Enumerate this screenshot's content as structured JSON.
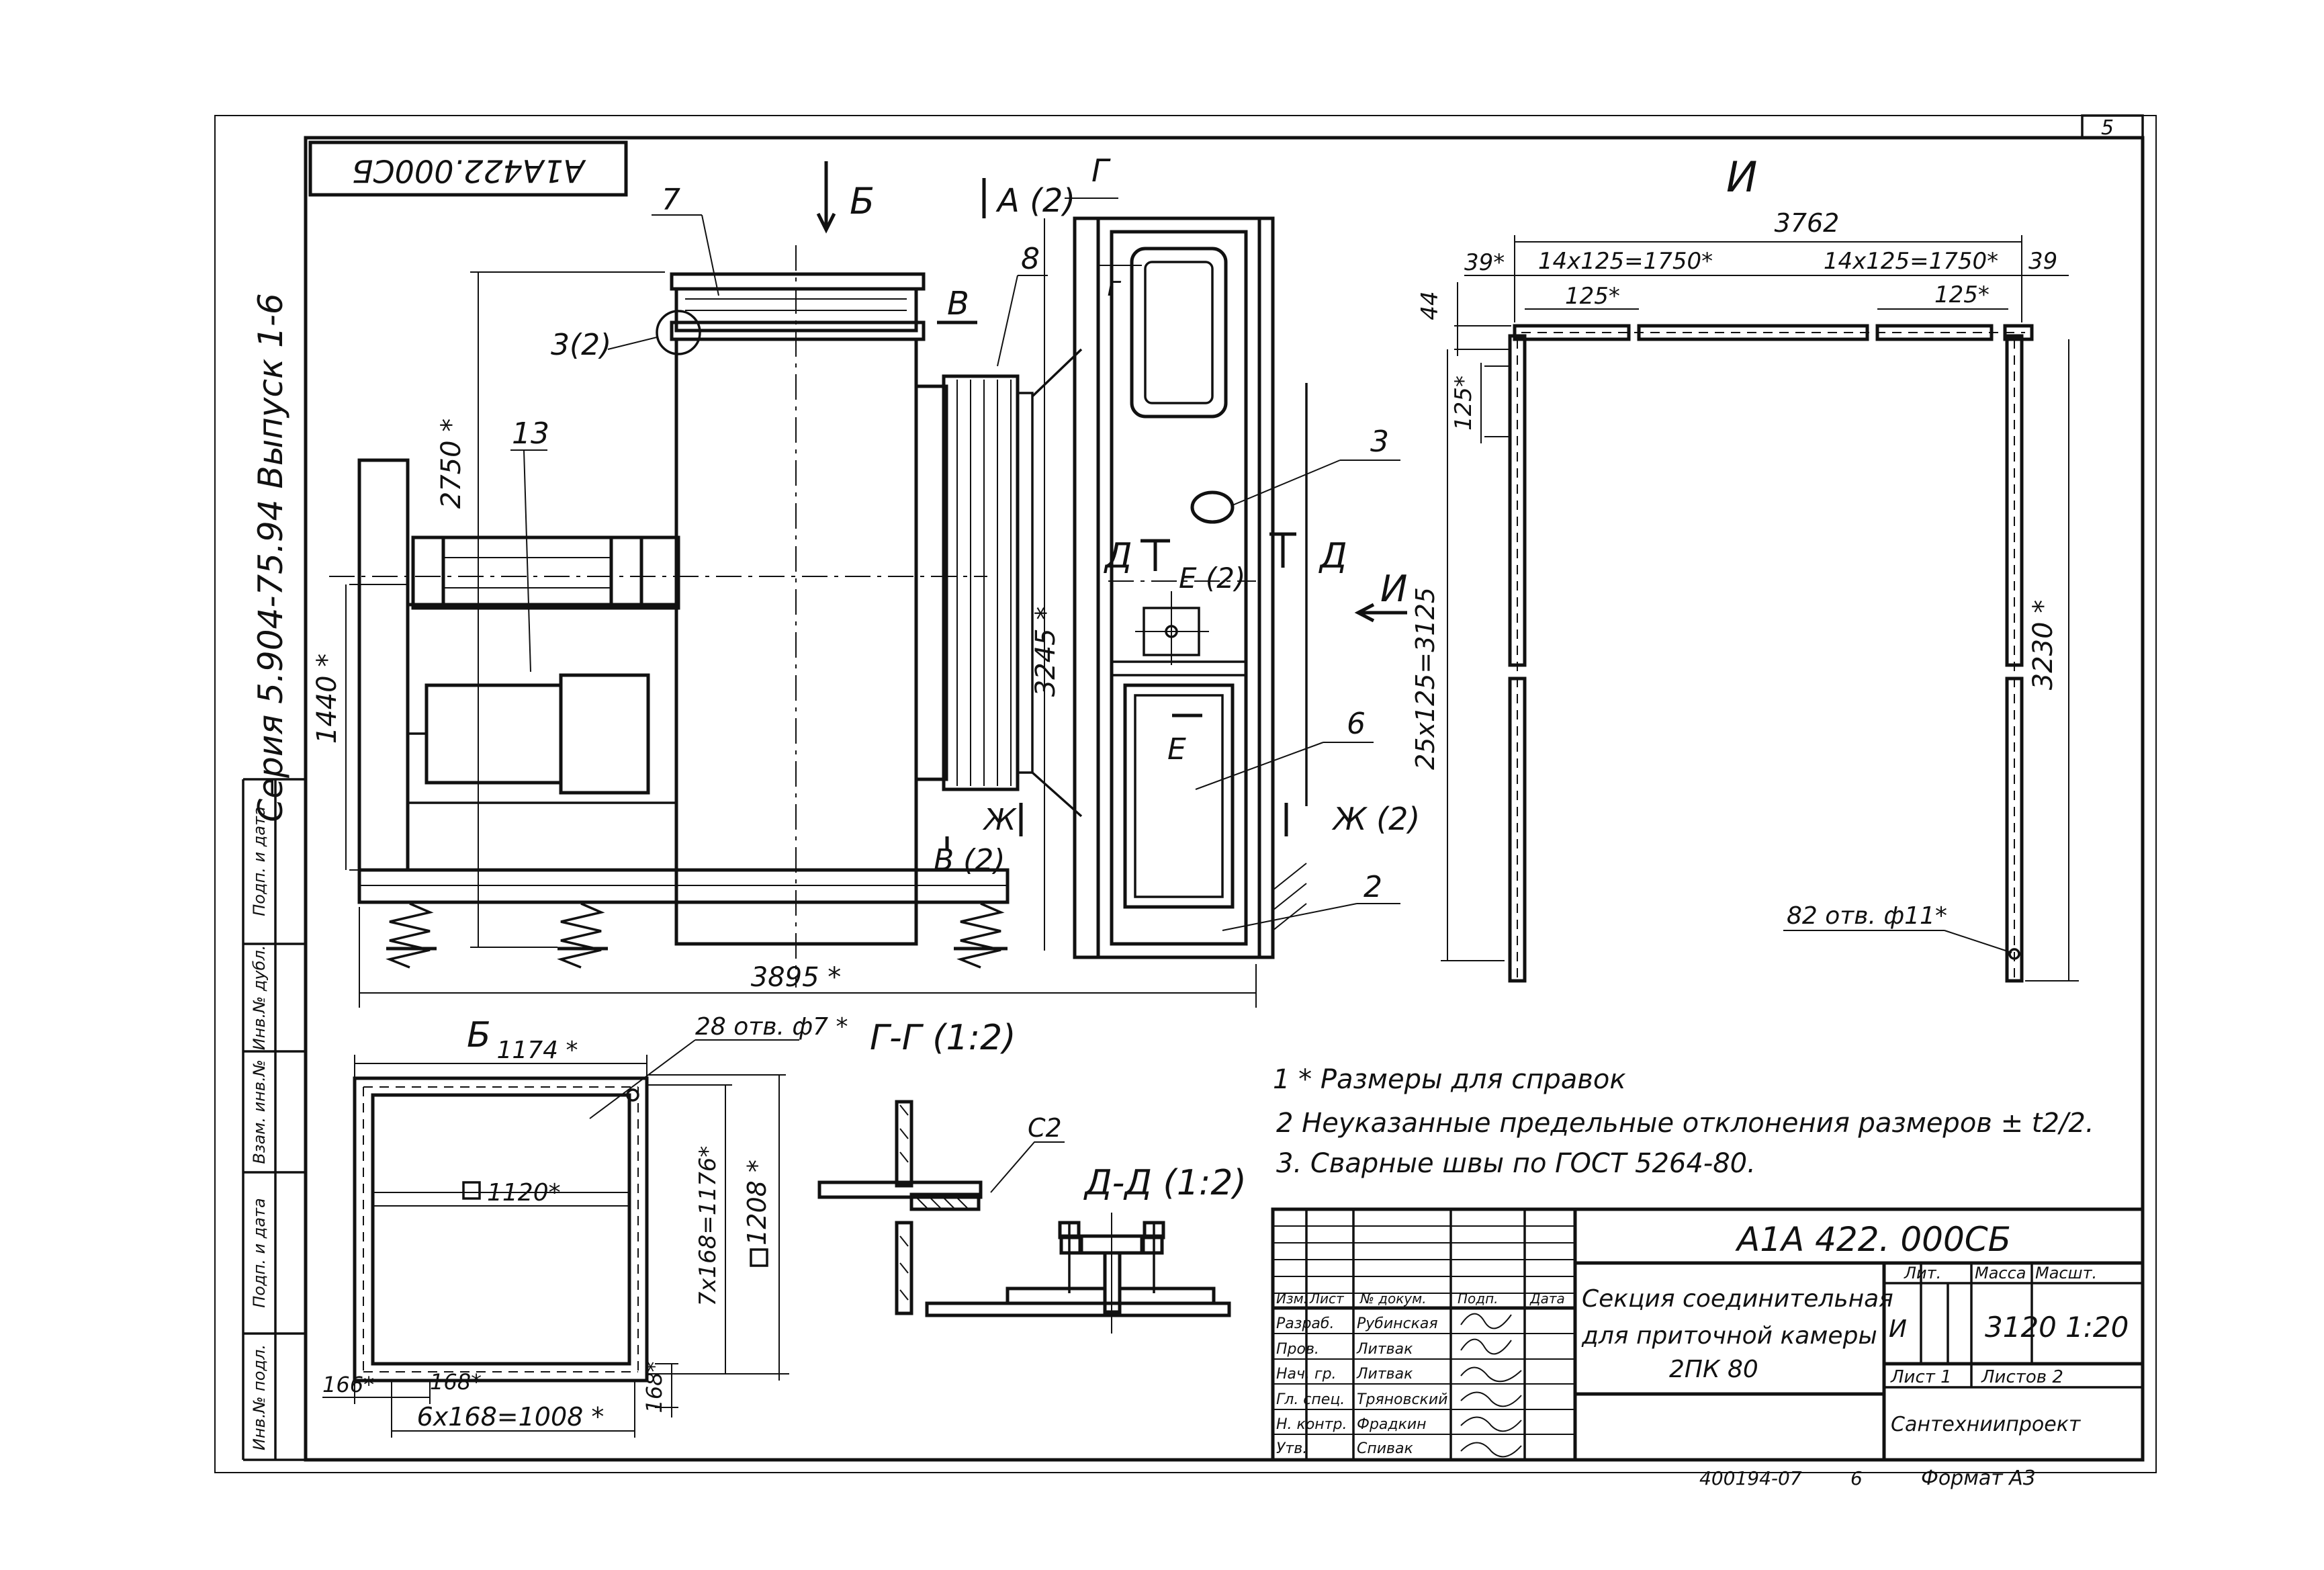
{
  "sheet": {
    "page_number": "5",
    "doc_code_rotated": "А1А422.000СБ",
    "series_rotated": "Серия 5.904-75.94  Выпуск 1-6"
  },
  "views": {
    "view_B_marker": "Б",
    "view_A_marker": "А (2)",
    "view_G_marker": "Г",
    "view_V_marker": "В",
    "view_I_title": "И",
    "view_I_arrow": "И",
    "view_D_left": "Д",
    "view_D_right": "Д",
    "view_E_marker": "Е (2)",
    "view_E_small": "Е",
    "view_Zh_marker": "Ж",
    "view_Zh2_marker": "Ж (2)",
    "view_V2_marker": "В (2)",
    "view_G_small": "г",
    "section_B_title": "Б",
    "section_GG_title": "Г-Г (1:2)",
    "section_DD_title": "Д-Д (1:2)"
  },
  "callouts": {
    "c7": "7",
    "c8": "8",
    "c13": "13",
    "c3_2": "3(2)",
    "c3": "3",
    "c6": "6",
    "c2": "2"
  },
  "dimensions": {
    "h2750": "2750 *",
    "h1440": "1440 *",
    "h3245": "3245 *",
    "w3895": "3895 *",
    "w3762": "3762",
    "d39a": "39*",
    "d14x125a": "14x125=1750*",
    "d14x125b": "14x125=1750*",
    "d39b": "39",
    "d125a": "125*",
    "d125b": "125*",
    "d44": "44",
    "d125c": "125*",
    "d25x125": "25x125=3125",
    "d3230": "3230 *",
    "holes82": "82 отв. ф11*",
    "w1174": "1174 *",
    "holes28": "28 отв. ф7 *",
    "sq1120": "1120*",
    "d7x168": "7x168=1176*",
    "sq1208": "1208 *",
    "d166": "166*",
    "d168a": "168*",
    "d6x168": "6x168=1008 *",
    "d168b": "168*",
    "weld": "С2"
  },
  "notes": [
    "1 * Размеры для справок",
    "2  Неуказанные предельные отклонения размеров ± t2/2.",
    "3. Сварные швы  по ГОСТ 5264-80."
  ],
  "side_stamp": [
    "Подп. и дата",
    "Инв.№ дубл.",
    "Взам. инв.№",
    "Подп. и дата",
    "Инв.№ подл."
  ],
  "title_block": {
    "designation": "А1А 422. 000СБ",
    "name_lines": [
      "Секция соединительная",
      "для приточной камеры",
      "2ПК 80"
    ],
    "lit_header": "Лит.",
    "mass_header": "Масса",
    "scale_header": "Масшт.",
    "lit_value": "И",
    "mass_value": "3120",
    "scale_value": "1:20",
    "sheet_label": "Лист 1",
    "sheets_label": "Листов  2",
    "organization": "Сантехниипроект",
    "header_row": [
      "Изм.",
      "Лист",
      "№ докум.",
      "Подп.",
      "Дата"
    ],
    "roles": [
      {
        "role": "Разраб.",
        "name": "Рубинская"
      },
      {
        "role": "Пров.",
        "name": "Литвак"
      },
      {
        "role": "Нач. гр.",
        "name": "Литвак"
      },
      {
        "role": "Гл. спец.",
        "name": "Тряновский"
      },
      {
        "role": "Н. контр.",
        "name": "Фрадкин"
      },
      {
        "role": "Утв.",
        "name": "Спивак"
      }
    ],
    "footer_number": "400194-07",
    "footer_sheet": "6",
    "format": "Формат А3"
  }
}
